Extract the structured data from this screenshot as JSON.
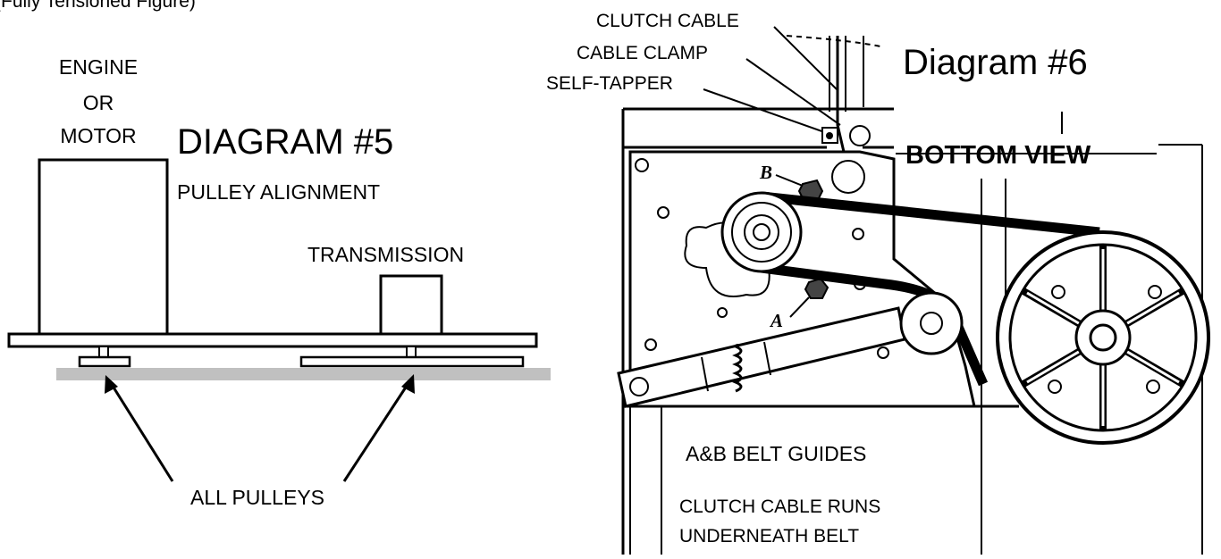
{
  "top_partial_text": "(Fully Tensioned Figure)",
  "diagram5": {
    "title": "DIAGRAM  #5",
    "subtitle": "PULLEY ALIGNMENT",
    "engine_line1": "ENGINE",
    "engine_line2": "OR",
    "engine_line3": "MOTOR",
    "transmission_label": "TRANSMISSION",
    "pulleys_label": "ALL PULLEYS"
  },
  "diagram6": {
    "title": "Diagram #6",
    "view_label": "BOTTOM VIEW",
    "clutch_cable_label": "CLUTCH CABLE",
    "cable_clamp_label": "CABLE CLAMP",
    "self_tapper_label": "SELF-TAPPER",
    "guide_a_label": "A",
    "guide_b_label": "B",
    "belt_guides_label": "A&B BELT GUIDES",
    "note_line1": "CLUTCH CABLE RUNS",
    "note_line2": "UNDERNEATH BELT"
  },
  "colors": {
    "ink": "#000000",
    "floor_gray": "#c0c0c0",
    "background": "#ffffff"
  }
}
